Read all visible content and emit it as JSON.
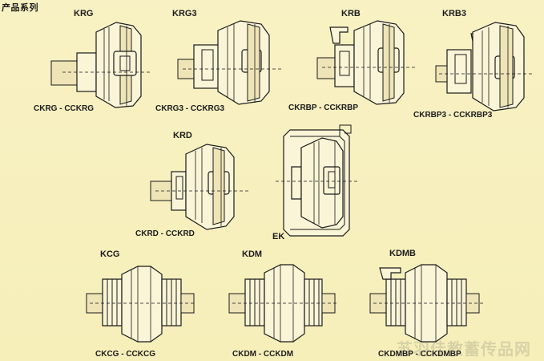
{
  "page": {
    "title": "产品系列",
    "watermark": "苏羽佳教蓄传品网"
  },
  "products": {
    "krg": {
      "label": "KRG",
      "caption": "CKRG - CCKRG"
    },
    "krg3": {
      "label": "KRG3",
      "caption": "CKRG3 - CCKRG3"
    },
    "krb": {
      "label": "KRB",
      "caption": "CKRBP - CCKRBP"
    },
    "krb3": {
      "label": "KRB3",
      "caption": "CKRBP3 - CCKRBP3"
    },
    "krd": {
      "label": "KRD",
      "caption": "CKRD - CCKRD"
    },
    "ek": {
      "label": "EK"
    },
    "kcg": {
      "label": "KCG",
      "caption": "CKCG - CCKCG"
    },
    "kdm": {
      "label": "KDM",
      "caption": "CKDM - CCKDM"
    },
    "kdmb": {
      "label": "KDMB",
      "caption": "CKDMBP - CCKDMBP"
    }
  }
}
